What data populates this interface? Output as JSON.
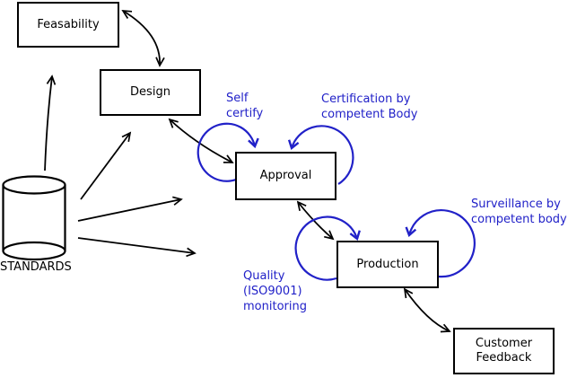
{
  "diagram": {
    "title": "Standards-driven product lifecycle diagram",
    "colors": {
      "background": "#ffffff",
      "line": "#000000",
      "annotation": "#2121c8"
    },
    "nodes": {
      "feasability": {
        "label": "Feasability"
      },
      "design": {
        "label": "Design"
      },
      "approval": {
        "label": "Approval"
      },
      "production": {
        "label": "Production"
      },
      "customer_feedback": {
        "label": "Customer\nFeedback"
      }
    },
    "datastore": {
      "label": "STANDARDS"
    },
    "annotations": {
      "self_certify": {
        "label": "Self\ncertify"
      },
      "certification": {
        "label": "Certification by\ncompetent Body"
      },
      "surveillance": {
        "label": "Surveillance by\ncompetent body"
      },
      "quality": {
        "label": "Quality\n(ISO9001)\nmonitoring"
      }
    }
  }
}
